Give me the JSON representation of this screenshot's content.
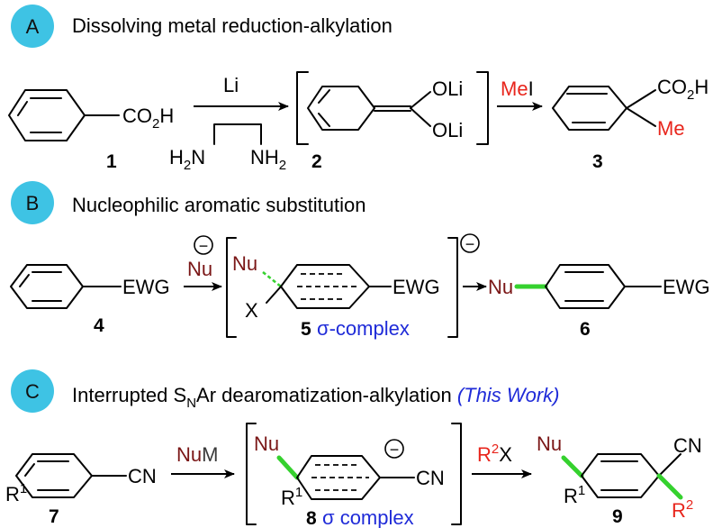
{
  "colors": {
    "badge": "#3ec3e4",
    "red": "#e8251c",
    "blue": "#1f2bd8",
    "green": "#35d12e",
    "darkred": "#7a1616"
  },
  "panelA": {
    "badge": "A",
    "title": "Dissolving metal reduction-alkylation",
    "cmp1": {
      "group": "CO",
      "sub": "2",
      "tail": "H",
      "num": "1"
    },
    "reagent_top": "Li",
    "reagent_h2n": {
      "pre": "H",
      "sub": "2",
      "post": "N"
    },
    "reagent_nh2": {
      "pre": "NH",
      "sub": "2"
    },
    "cmp2": {
      "oli1": "OLi",
      "oli2": "OLi",
      "num": "2"
    },
    "reagent2": {
      "red": "Me",
      "black": "I"
    },
    "cmp3": {
      "group": "CO",
      "sub": "2",
      "tail": "H",
      "me": "Me",
      "num": "3"
    }
  },
  "panelB": {
    "badge": "B",
    "title": "Nucleophilic aromatic substitution",
    "cmp4": {
      "ewg": "EWG",
      "num": "4"
    },
    "minus": "−",
    "reagent": "Nu",
    "cmp5": {
      "nu": "Nu",
      "x": "X",
      "ewg": "EWG",
      "num": "5",
      "label": "σ-complex"
    },
    "cmp6": {
      "nu": "Nu",
      "ewg": "EWG",
      "num": "6"
    }
  },
  "panelC": {
    "badge": "C",
    "title_pre": "Interrupted S",
    "title_sub": "N",
    "title_post": "Ar dearomatization-alkylation ",
    "title_note": "(This Work)",
    "cmp7": {
      "r": "R",
      "rsup": "1",
      "cn": "CN",
      "num": "7"
    },
    "reagent1": {
      "nu": "Nu",
      "m": "M"
    },
    "cmp8": {
      "nu": "Nu",
      "r": "R",
      "rsup": "1",
      "cn": "CN",
      "num": "8",
      "label": "σ complex"
    },
    "reagent2": {
      "r": "R",
      "sup": "2",
      "x": "X"
    },
    "cmp9": {
      "nu": "Nu",
      "r": "R",
      "rsup": "1",
      "cn": "CN",
      "r2": "R",
      "r2sup": "2",
      "num": "9"
    }
  }
}
